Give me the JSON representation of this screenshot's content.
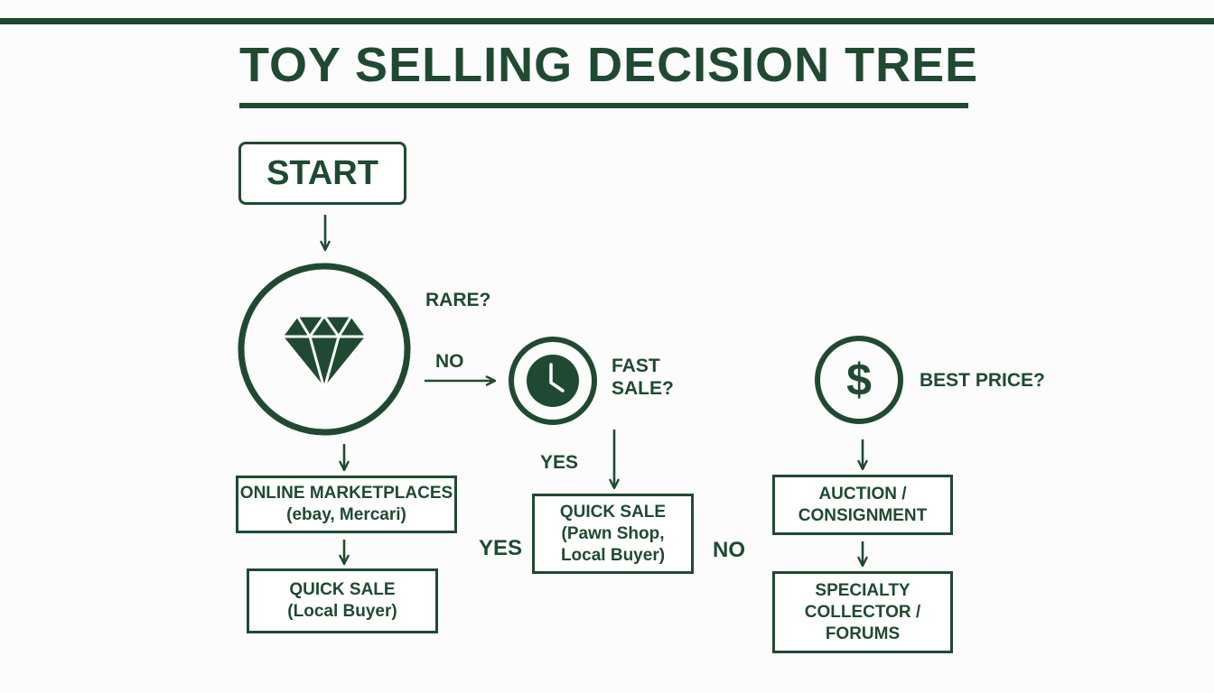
{
  "title": "TOY SELLING DECISION TREE",
  "nodes": {
    "start": "START",
    "online_marketplaces": {
      "line1": "ONLINE MARKETPLACES",
      "line2": "(ebay, Mercari)"
    },
    "quick_sale_local": {
      "line1": "QUICK SALE",
      "line2": "(Local Buyer)"
    },
    "quick_sale_pawn": {
      "line1": "QUICK SALE",
      "line2": "(Pawn Shop,",
      "line3": "Local Buyer)"
    },
    "auction": {
      "line1": "AUCTION /",
      "line2": "CONSIGNMENT"
    },
    "specialty": {
      "line1": "SPECIALTY",
      "line2": "COLLECTOR /",
      "line3": "FORUMS"
    }
  },
  "questions": {
    "rare": "RARE?",
    "fast_sale_line1": "FAST",
    "fast_sale_line2": "SALE?",
    "best_price": "BEST PRICE?"
  },
  "edge_labels": {
    "no_rare": "NO",
    "yes_fast": "YES",
    "yes_left": "YES",
    "no_right": "NO"
  },
  "icons": {
    "rare": "diamond-icon",
    "fast_sale": "clock-icon",
    "best_price": "dollar-icon"
  },
  "colors": {
    "primary": "#1f4a31",
    "background": "#fbfcfb"
  }
}
